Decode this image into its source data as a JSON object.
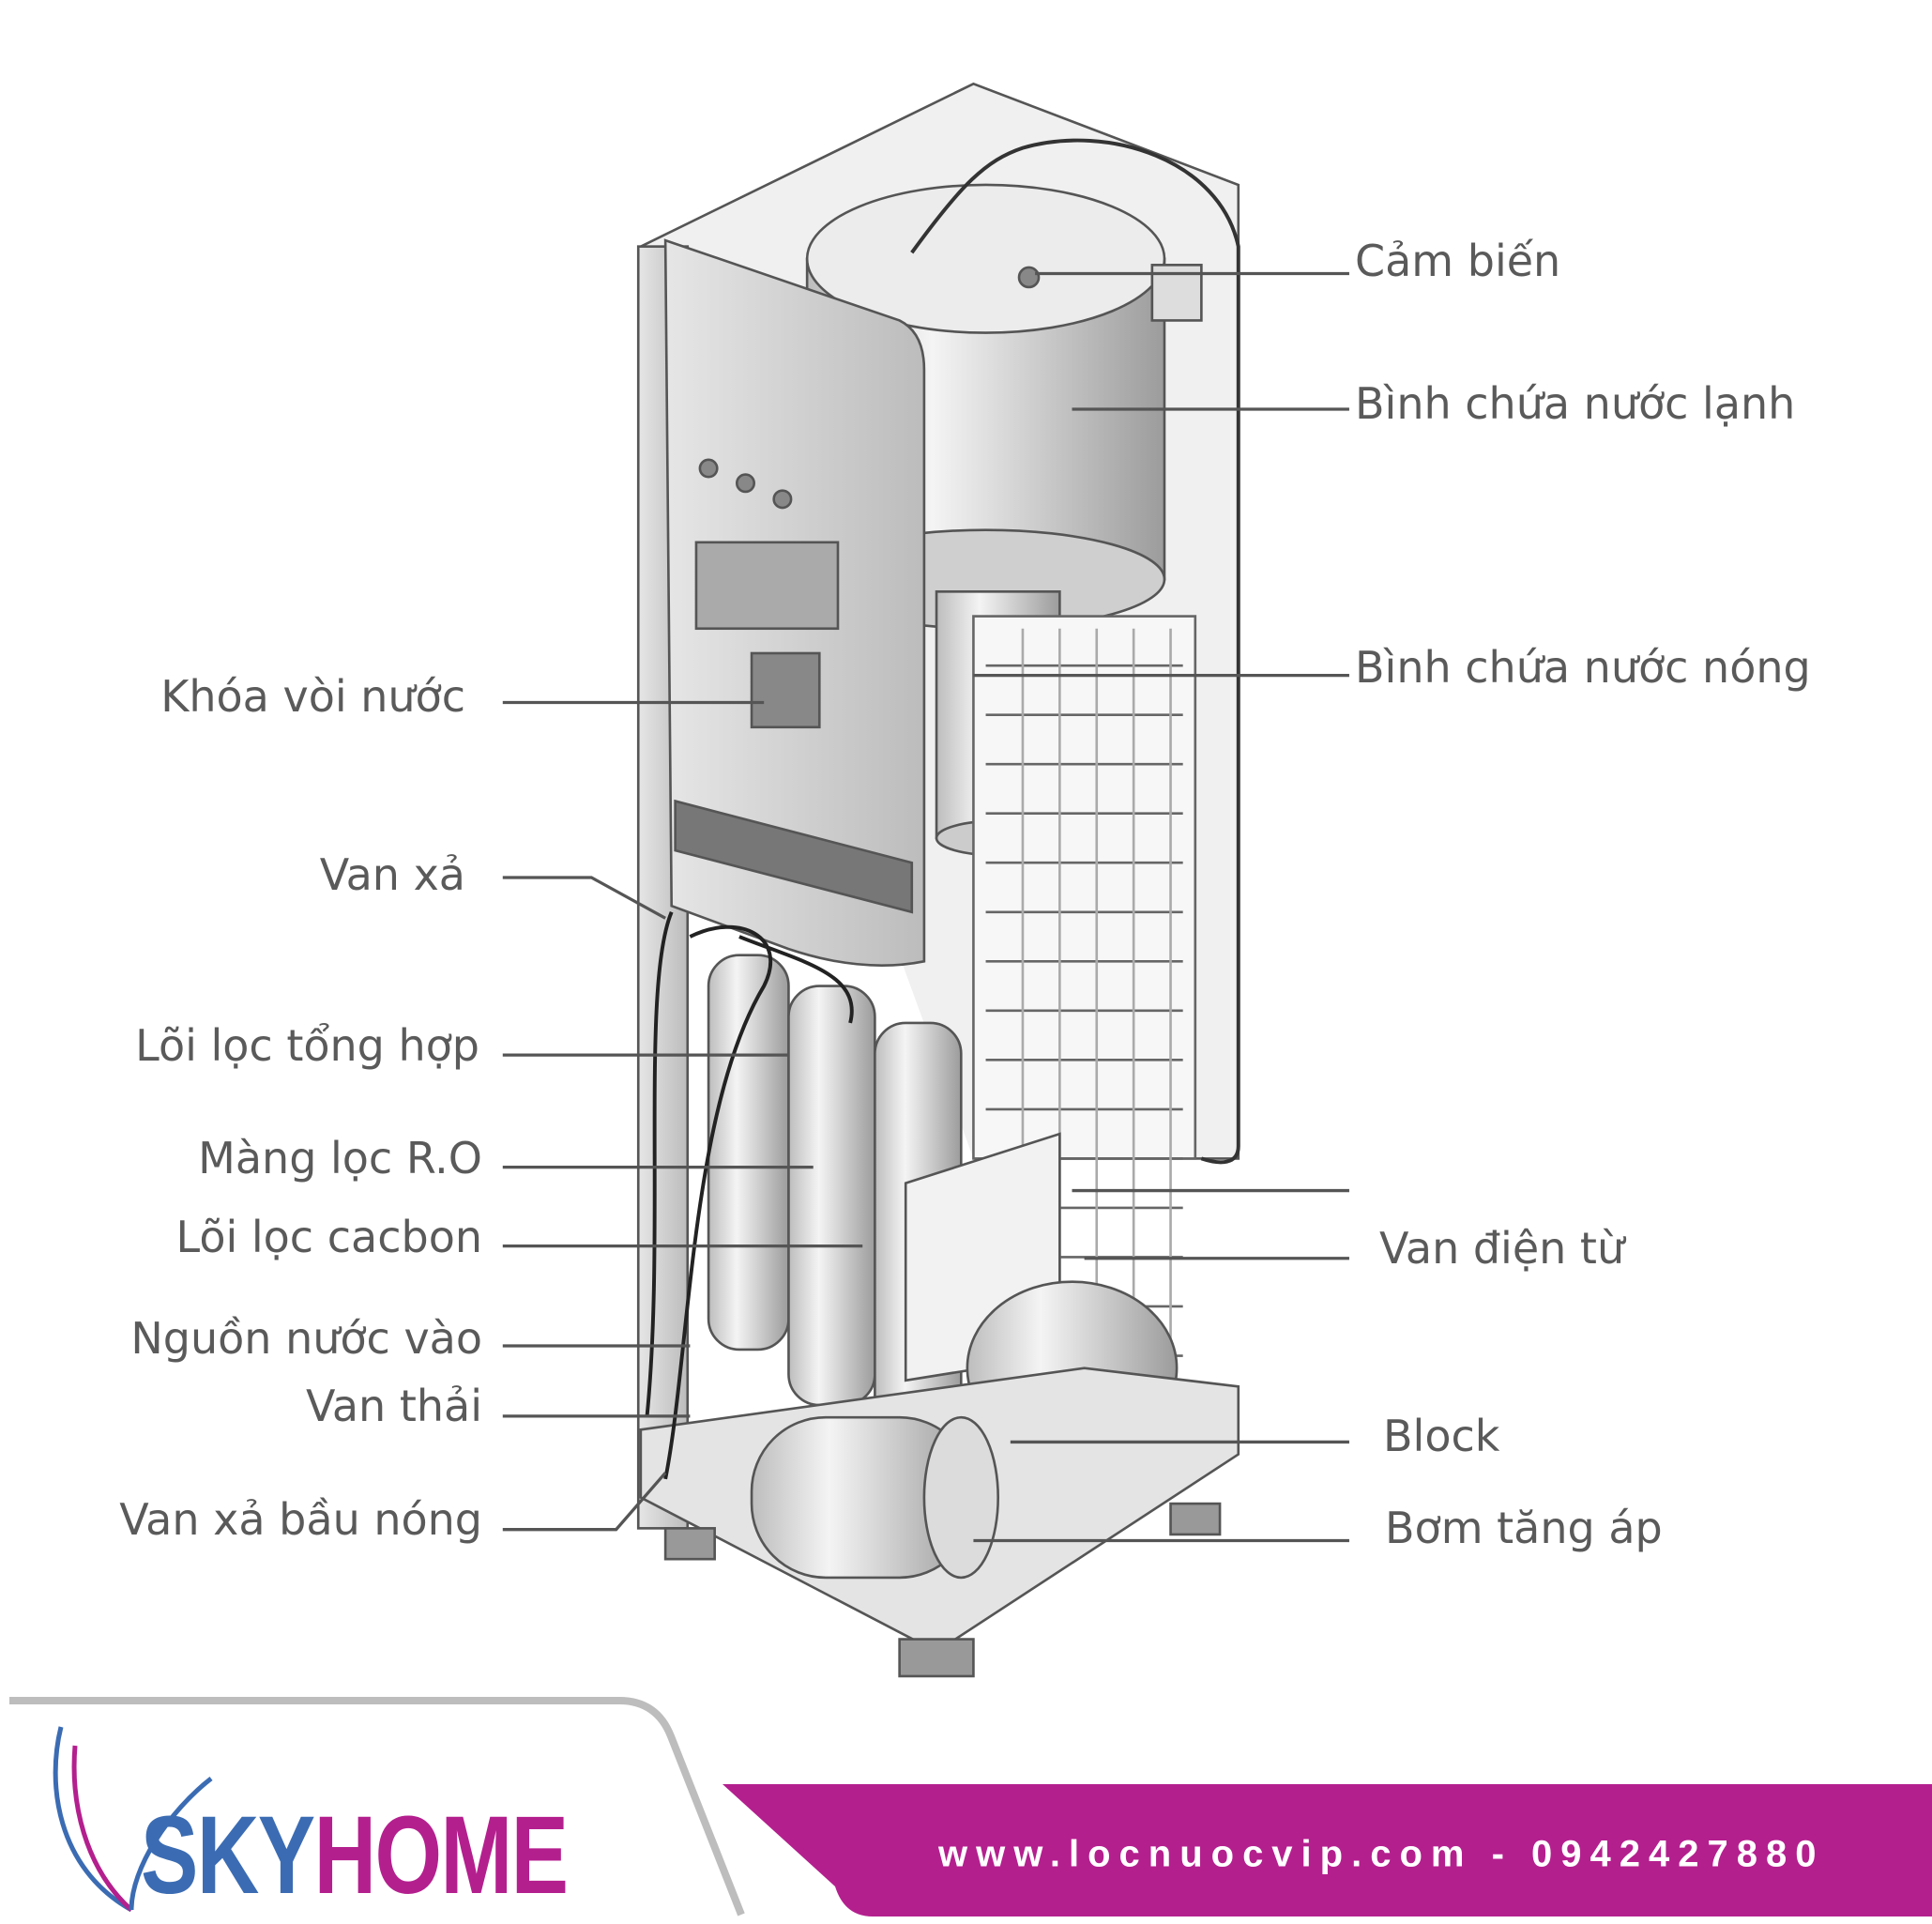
{
  "diagram": {
    "labels_left": [
      {
        "id": "khoa-voi-nuoc",
        "text": "Khóa vòi nước"
      },
      {
        "id": "van-xa",
        "text": "Van xả"
      },
      {
        "id": "loi-loc-tong-hop",
        "text": "Lõi lọc tổng hợp"
      },
      {
        "id": "mang-loc-ro",
        "text": "Màng lọc R.O"
      },
      {
        "id": "loi-loc-cacbon",
        "text": "Lõi lọc cacbon"
      },
      {
        "id": "nguon-nuoc-vao",
        "text": "Nguồn nước vào"
      },
      {
        "id": "van-thai",
        "text": "Van thải"
      },
      {
        "id": "van-xa-bau-nong",
        "text": "Van xả bầu nóng"
      }
    ],
    "labels_right": [
      {
        "id": "cam-bien",
        "text": "Cảm biến"
      },
      {
        "id": "binh-chua-nuoc-lanh",
        "text": "Bình chứa nước lạnh"
      },
      {
        "id": "binh-chua-nuoc-nong",
        "text": "Bình chứa nước nóng"
      },
      {
        "id": "van-dien-tu",
        "text": "Van điện từ"
      },
      {
        "id": "block",
        "text": "Block"
      },
      {
        "id": "bom-tang-ap",
        "text": "Bơm tăng áp"
      }
    ]
  },
  "footer": {
    "logo_sky": "SKY",
    "logo_home": "HOME",
    "contact": "www.locnuocvip.com - 0942427880",
    "colors": {
      "brand_blue": "#3b6cb3",
      "brand_magenta": "#b41f8e"
    }
  }
}
